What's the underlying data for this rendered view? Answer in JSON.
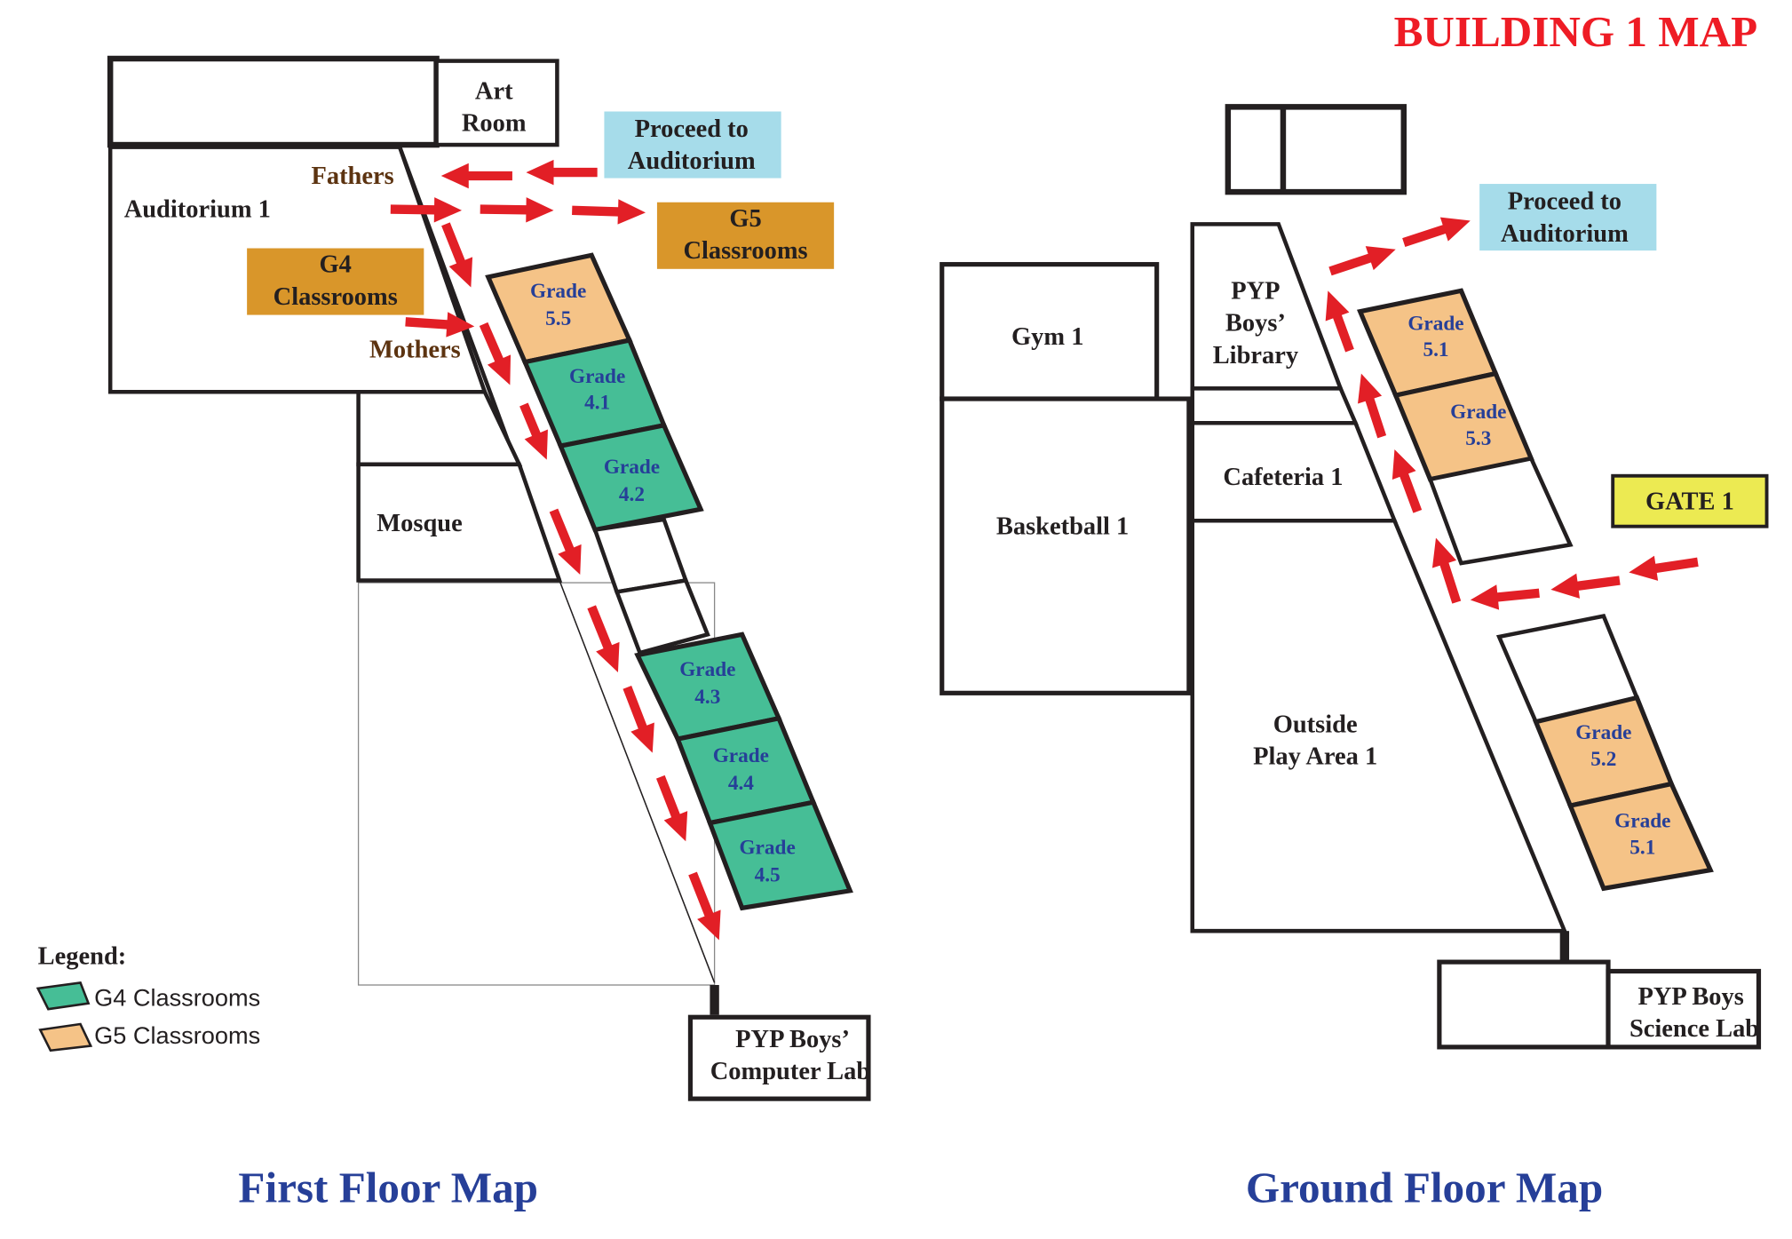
{
  "page_title": "BUILDING 1 MAP",
  "colors": {
    "title_red": "#ee1c25",
    "grade4_green": "#46be96",
    "grade5_orange": "#f5c387",
    "label_box_orange": "#d9962a",
    "proceed_box_blue": "#a6dcea",
    "gate_yellow": "#ecea52",
    "arrow_red": "#e21f26",
    "text_blue": "#263f98"
  },
  "first_floor": {
    "title": "First Floor Map",
    "art_room": [
      "Art",
      "Room"
    ],
    "proceed": [
      "Proceed to",
      "Auditorium"
    ],
    "fathers": "Fathers",
    "auditorium": "Auditorium 1",
    "mothers": "Mothers",
    "g4_label": [
      "G4",
      "Classrooms"
    ],
    "g5_label": [
      "G5",
      "Classrooms"
    ],
    "mosque": "Mosque",
    "computer_lab": [
      "PYP Boys’",
      "Computer Lab"
    ],
    "classrooms": [
      {
        "word": "Grade",
        "num": "5.5",
        "group": "G5"
      },
      {
        "word": "Grade",
        "num": "4.1",
        "group": "G4"
      },
      {
        "word": "Grade",
        "num": "4.2",
        "group": "G4"
      },
      {
        "word": "Grade",
        "num": "4.3",
        "group": "G4"
      },
      {
        "word": "Grade",
        "num": "4.4",
        "group": "G4"
      },
      {
        "word": "Grade",
        "num": "4.5",
        "group": "G4"
      }
    ]
  },
  "legend": {
    "title": "Legend:",
    "items": [
      "G4 Classrooms",
      "G5 Classrooms"
    ]
  },
  "ground_floor": {
    "title": "Ground Floor Map",
    "gym": "Gym 1",
    "basketball": "Basketball 1",
    "library": [
      "PYP",
      "Boys’",
      "Library"
    ],
    "cafeteria": "Cafeteria 1",
    "play_area": [
      "Outside",
      "Play Area 1"
    ],
    "proceed": [
      "Proceed to",
      "Auditorium"
    ],
    "gate": "GATE 1",
    "science_lab": [
      "PYP Boys",
      "Science Lab"
    ],
    "classrooms": [
      {
        "word": "Grade",
        "num": "5.1",
        "group": "G5"
      },
      {
        "word": "Grade",
        "num": "5.3",
        "group": "G5"
      },
      {
        "word": "Grade",
        "num": "5.2",
        "group": "G5"
      },
      {
        "word": "Grade",
        "num": "5.1",
        "group": "G5"
      }
    ]
  }
}
